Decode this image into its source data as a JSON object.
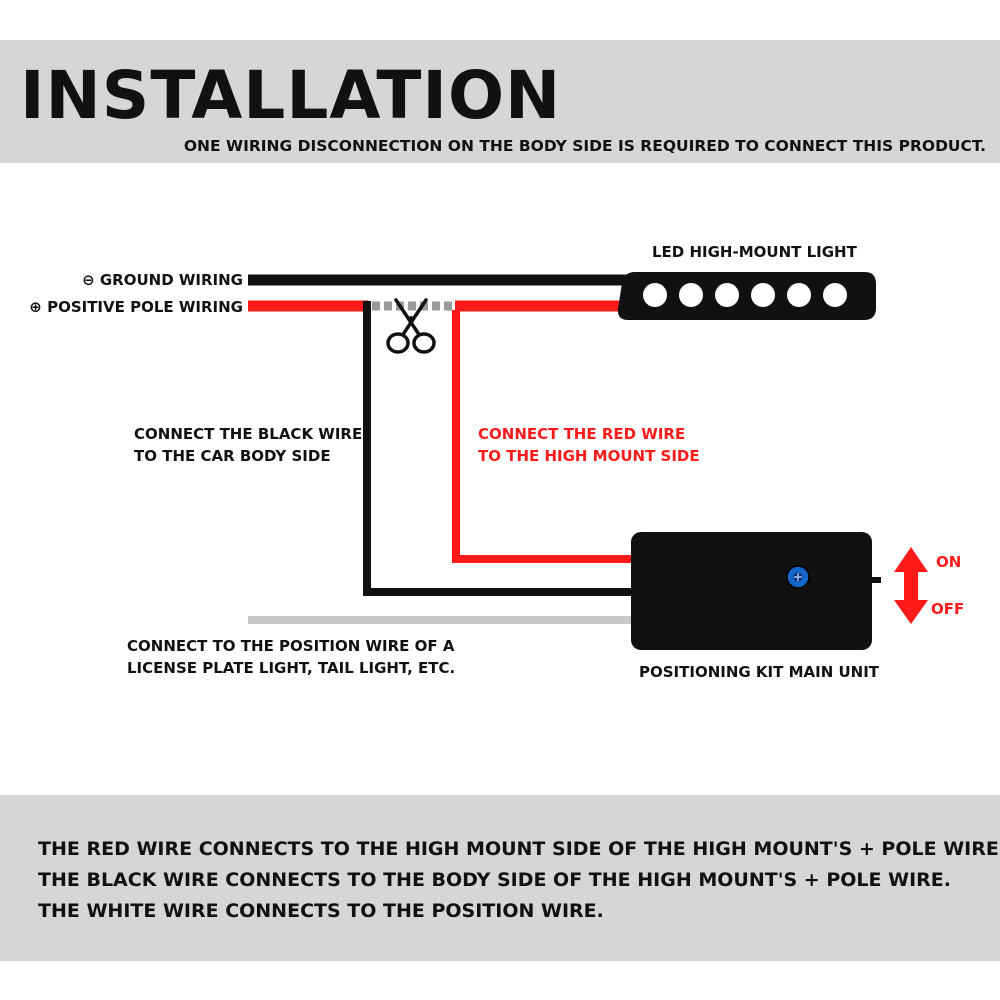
{
  "header": {
    "title": "INSTALLATION",
    "subtitle": "ONE WIRING DISCONNECTION ON THE BODY SIDE IS REQUIRED TO CONNECT THIS PRODUCT."
  },
  "diagram": {
    "ground_label": "⊖ GROUND WIRING",
    "positive_label": "⊕ POSITIVE POLE WIRING",
    "led_label": "LED HIGH-MOUNT LIGHT",
    "black_wire_note": [
      "CONNECT THE BLACK WIRE",
      "TO THE CAR BODY SIDE"
    ],
    "red_wire_note": [
      "CONNECT THE RED WIRE",
      "TO THE HIGH MOUNT SIDE"
    ],
    "white_wire_note": [
      "CONNECT TO THE POSITION WIRE OF A",
      "LICENSE PLATE LIGHT, TAIL LIGHT, ETC."
    ],
    "main_unit_label": "POSITIONING KIT MAIN UNIT",
    "switch_on": "ON",
    "switch_off": "OFF",
    "colors": {
      "red_wire": "#ff1a1a",
      "black_wire": "#111111",
      "white_wire": "#c8c8c8",
      "knob": "#1466c8"
    }
  },
  "footer": {
    "lines": [
      "THE RED WIRE CONNECTS TO THE HIGH MOUNT SIDE OF THE HIGH MOUNT'S + POLE WIRE.",
      "THE BLACK WIRE CONNECTS TO THE BODY SIDE OF THE HIGH MOUNT'S + POLE WIRE.",
      "THE WHITE WIRE CONNECTS TO THE POSITION WIRE."
    ]
  }
}
